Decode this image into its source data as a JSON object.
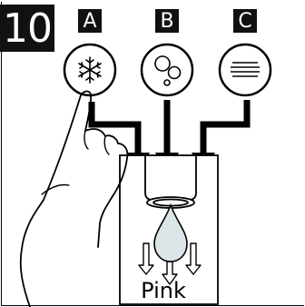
{
  "step_number": "10",
  "options": [
    {
      "letter": "A",
      "icon": "snowflake-icon"
    },
    {
      "letter": "B",
      "icon": "bubbles-icon"
    },
    {
      "letter": "C",
      "icon": "lines-icon"
    }
  ],
  "result_label": "Pink",
  "colors": {
    "badge": "#111111",
    "drop": "#dbe5e8",
    "ink": "#000000"
  }
}
